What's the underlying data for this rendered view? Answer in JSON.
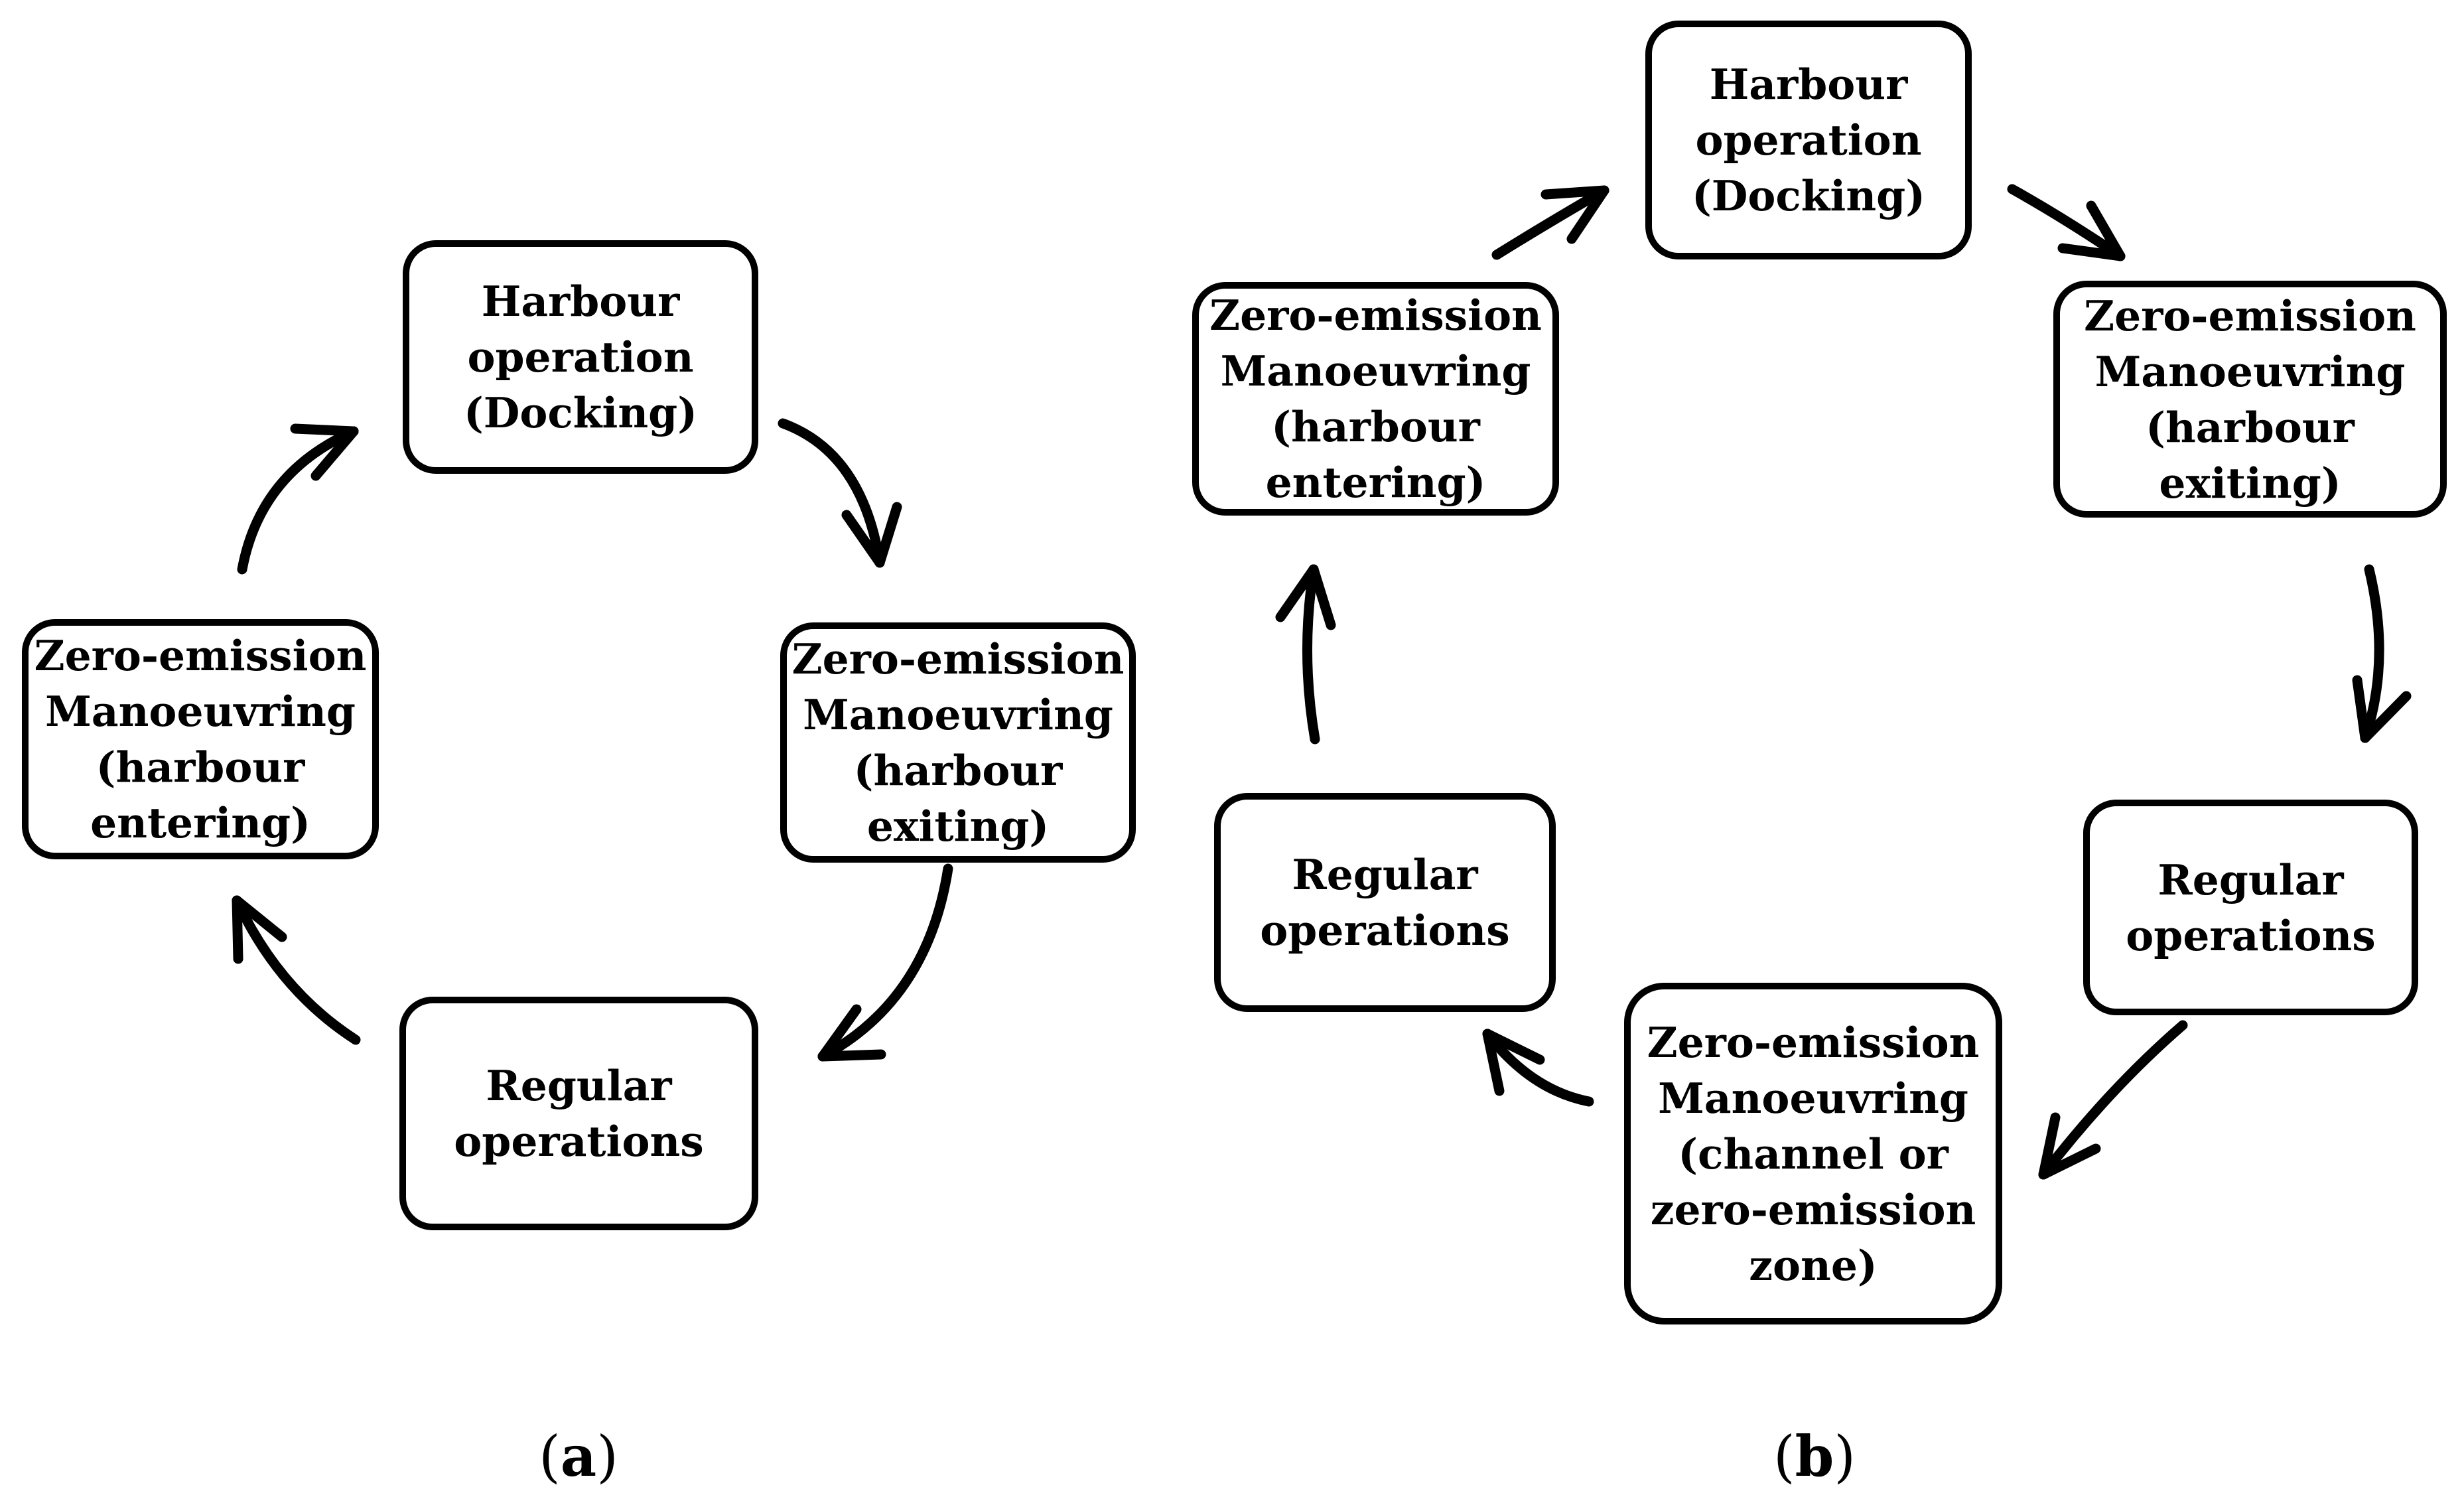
{
  "figure": {
    "background_color": "#ffffff",
    "ink_color": "#000000",
    "panels": [
      {
        "id": "a",
        "caption": {
          "prefix": "(",
          "letter": "a",
          "suffix": ")"
        },
        "nodes": [
          {
            "id": "harbour-operation-docking",
            "label": "Harbour operation (Docking)",
            "lines": [
              "Harbour",
              "operation",
              "(Docking)"
            ]
          },
          {
            "id": "zero-emission-manoeuvring-harbour-exiting",
            "label": "Zero-emission Manoeuvring (harbour exiting)",
            "lines": [
              "Zero-emission",
              "Manoeuvring",
              "(harbour",
              "exiting)"
            ]
          },
          {
            "id": "regular-operations",
            "label": "Regular operations",
            "lines": [
              "Regular",
              "operations"
            ]
          },
          {
            "id": "zero-emission-manoeuvring-harbour-entering",
            "label": "Zero-emission Manoeuvring (harbour entering)",
            "lines": [
              "Zero-emission",
              "Manoeuvring",
              "(harbour",
              "entering)"
            ]
          }
        ],
        "edges": [
          {
            "from": "zero-emission-manoeuvring-harbour-entering",
            "to": "harbour-operation-docking"
          },
          {
            "from": "harbour-operation-docking",
            "to": "zero-emission-manoeuvring-harbour-exiting"
          },
          {
            "from": "zero-emission-manoeuvring-harbour-exiting",
            "to": "regular-operations"
          },
          {
            "from": "regular-operations",
            "to": "zero-emission-manoeuvring-harbour-entering"
          }
        ]
      },
      {
        "id": "b",
        "caption": {
          "prefix": "(",
          "letter": "b",
          "suffix": ")"
        },
        "nodes": [
          {
            "id": "harbour-operation-docking",
            "label": "Harbour operation (Docking)",
            "lines": [
              "Harbour",
              "operation",
              "(Docking)"
            ]
          },
          {
            "id": "zero-emission-manoeuvring-harbour-exiting",
            "label": "Zero-emission Manoeuvring (harbour exiting)",
            "lines": [
              "Zero-emission",
              "Manoeuvring",
              "(harbour",
              "exiting)"
            ]
          },
          {
            "id": "regular-operations-right",
            "label": "Regular operations",
            "lines": [
              "Regular",
              "operations"
            ]
          },
          {
            "id": "zero-emission-manoeuvring-channel-zone",
            "label": "Zero-emission Manoeuvring (channel or zero-emission zone)",
            "lines": [
              "Zero-emission",
              "Manoeuvring",
              "(channel or",
              "zero-emission",
              "zone)"
            ]
          },
          {
            "id": "regular-operations-left",
            "label": "Regular operations",
            "lines": [
              "Regular",
              "operations"
            ]
          },
          {
            "id": "zero-emission-manoeuvring-harbour-entering",
            "label": "Zero-emission Manoeuvring (harbour entering)",
            "lines": [
              "Zero-emission",
              "Manoeuvring",
              "(harbour",
              "entering)"
            ]
          }
        ],
        "edges": [
          {
            "from": "zero-emission-manoeuvring-harbour-entering",
            "to": "harbour-operation-docking"
          },
          {
            "from": "harbour-operation-docking",
            "to": "zero-emission-manoeuvring-harbour-exiting"
          },
          {
            "from": "zero-emission-manoeuvring-harbour-exiting",
            "to": "regular-operations-right"
          },
          {
            "from": "regular-operations-right",
            "to": "zero-emission-manoeuvring-channel-zone"
          },
          {
            "from": "zero-emission-manoeuvring-channel-zone",
            "to": "regular-operations-left"
          },
          {
            "from": "regular-operations-left",
            "to": "zero-emission-manoeuvring-harbour-entering"
          }
        ]
      }
    ]
  }
}
